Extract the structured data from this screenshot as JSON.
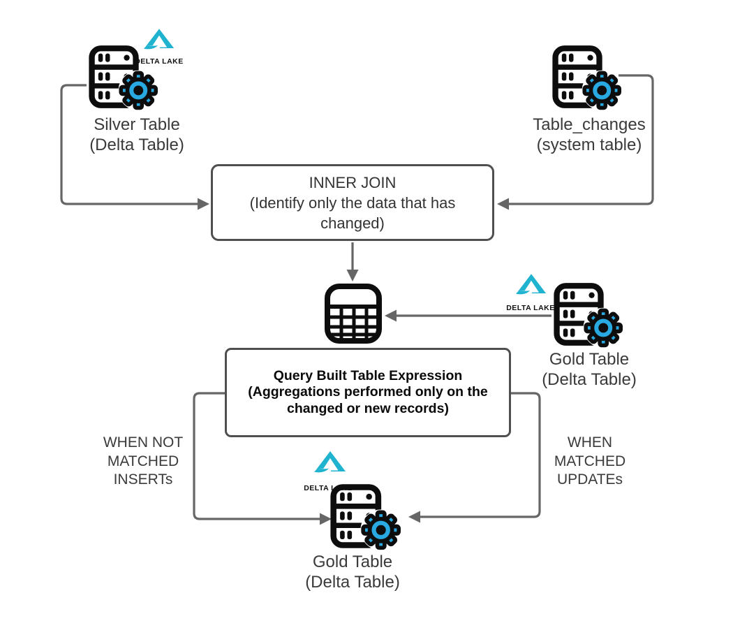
{
  "colors": {
    "delta-teal": "#1fb3d0",
    "gear-blue": "#29a9e1",
    "line-gray": "#666666",
    "border-gray": "#4f4f4f",
    "icon-black": "#0d0d0d"
  },
  "logo": {
    "text": "DELTA LAKE"
  },
  "icons": {
    "database": "database-gear-icon",
    "table": "table-grid-icon",
    "logo_mark": "delta-lake-logo-icon"
  },
  "nodes": {
    "silver_table": {
      "label": "Silver Table",
      "sublabel": "(Delta Table)"
    },
    "table_changes": {
      "label": "Table_changes",
      "sublabel": "(system table)"
    },
    "inner_join": {
      "title": "INNER JOIN",
      "subtitle": "(Identify only the data that has changed)"
    },
    "gold_table_right": {
      "label": "Gold Table",
      "sublabel": "(Delta Table)"
    },
    "query_expression": {
      "title": "Query Built Table Expression",
      "subtitle": "(Aggregations performed only on the changed or new records)"
    },
    "gold_table_bottom": {
      "label": "Gold Table",
      "sublabel": "(Delta Table)"
    }
  },
  "edge_labels": {
    "when_not_matched": "WHEN NOT MATCHED INSERTs",
    "when_matched": "WHEN MATCHED UPDATEs"
  }
}
